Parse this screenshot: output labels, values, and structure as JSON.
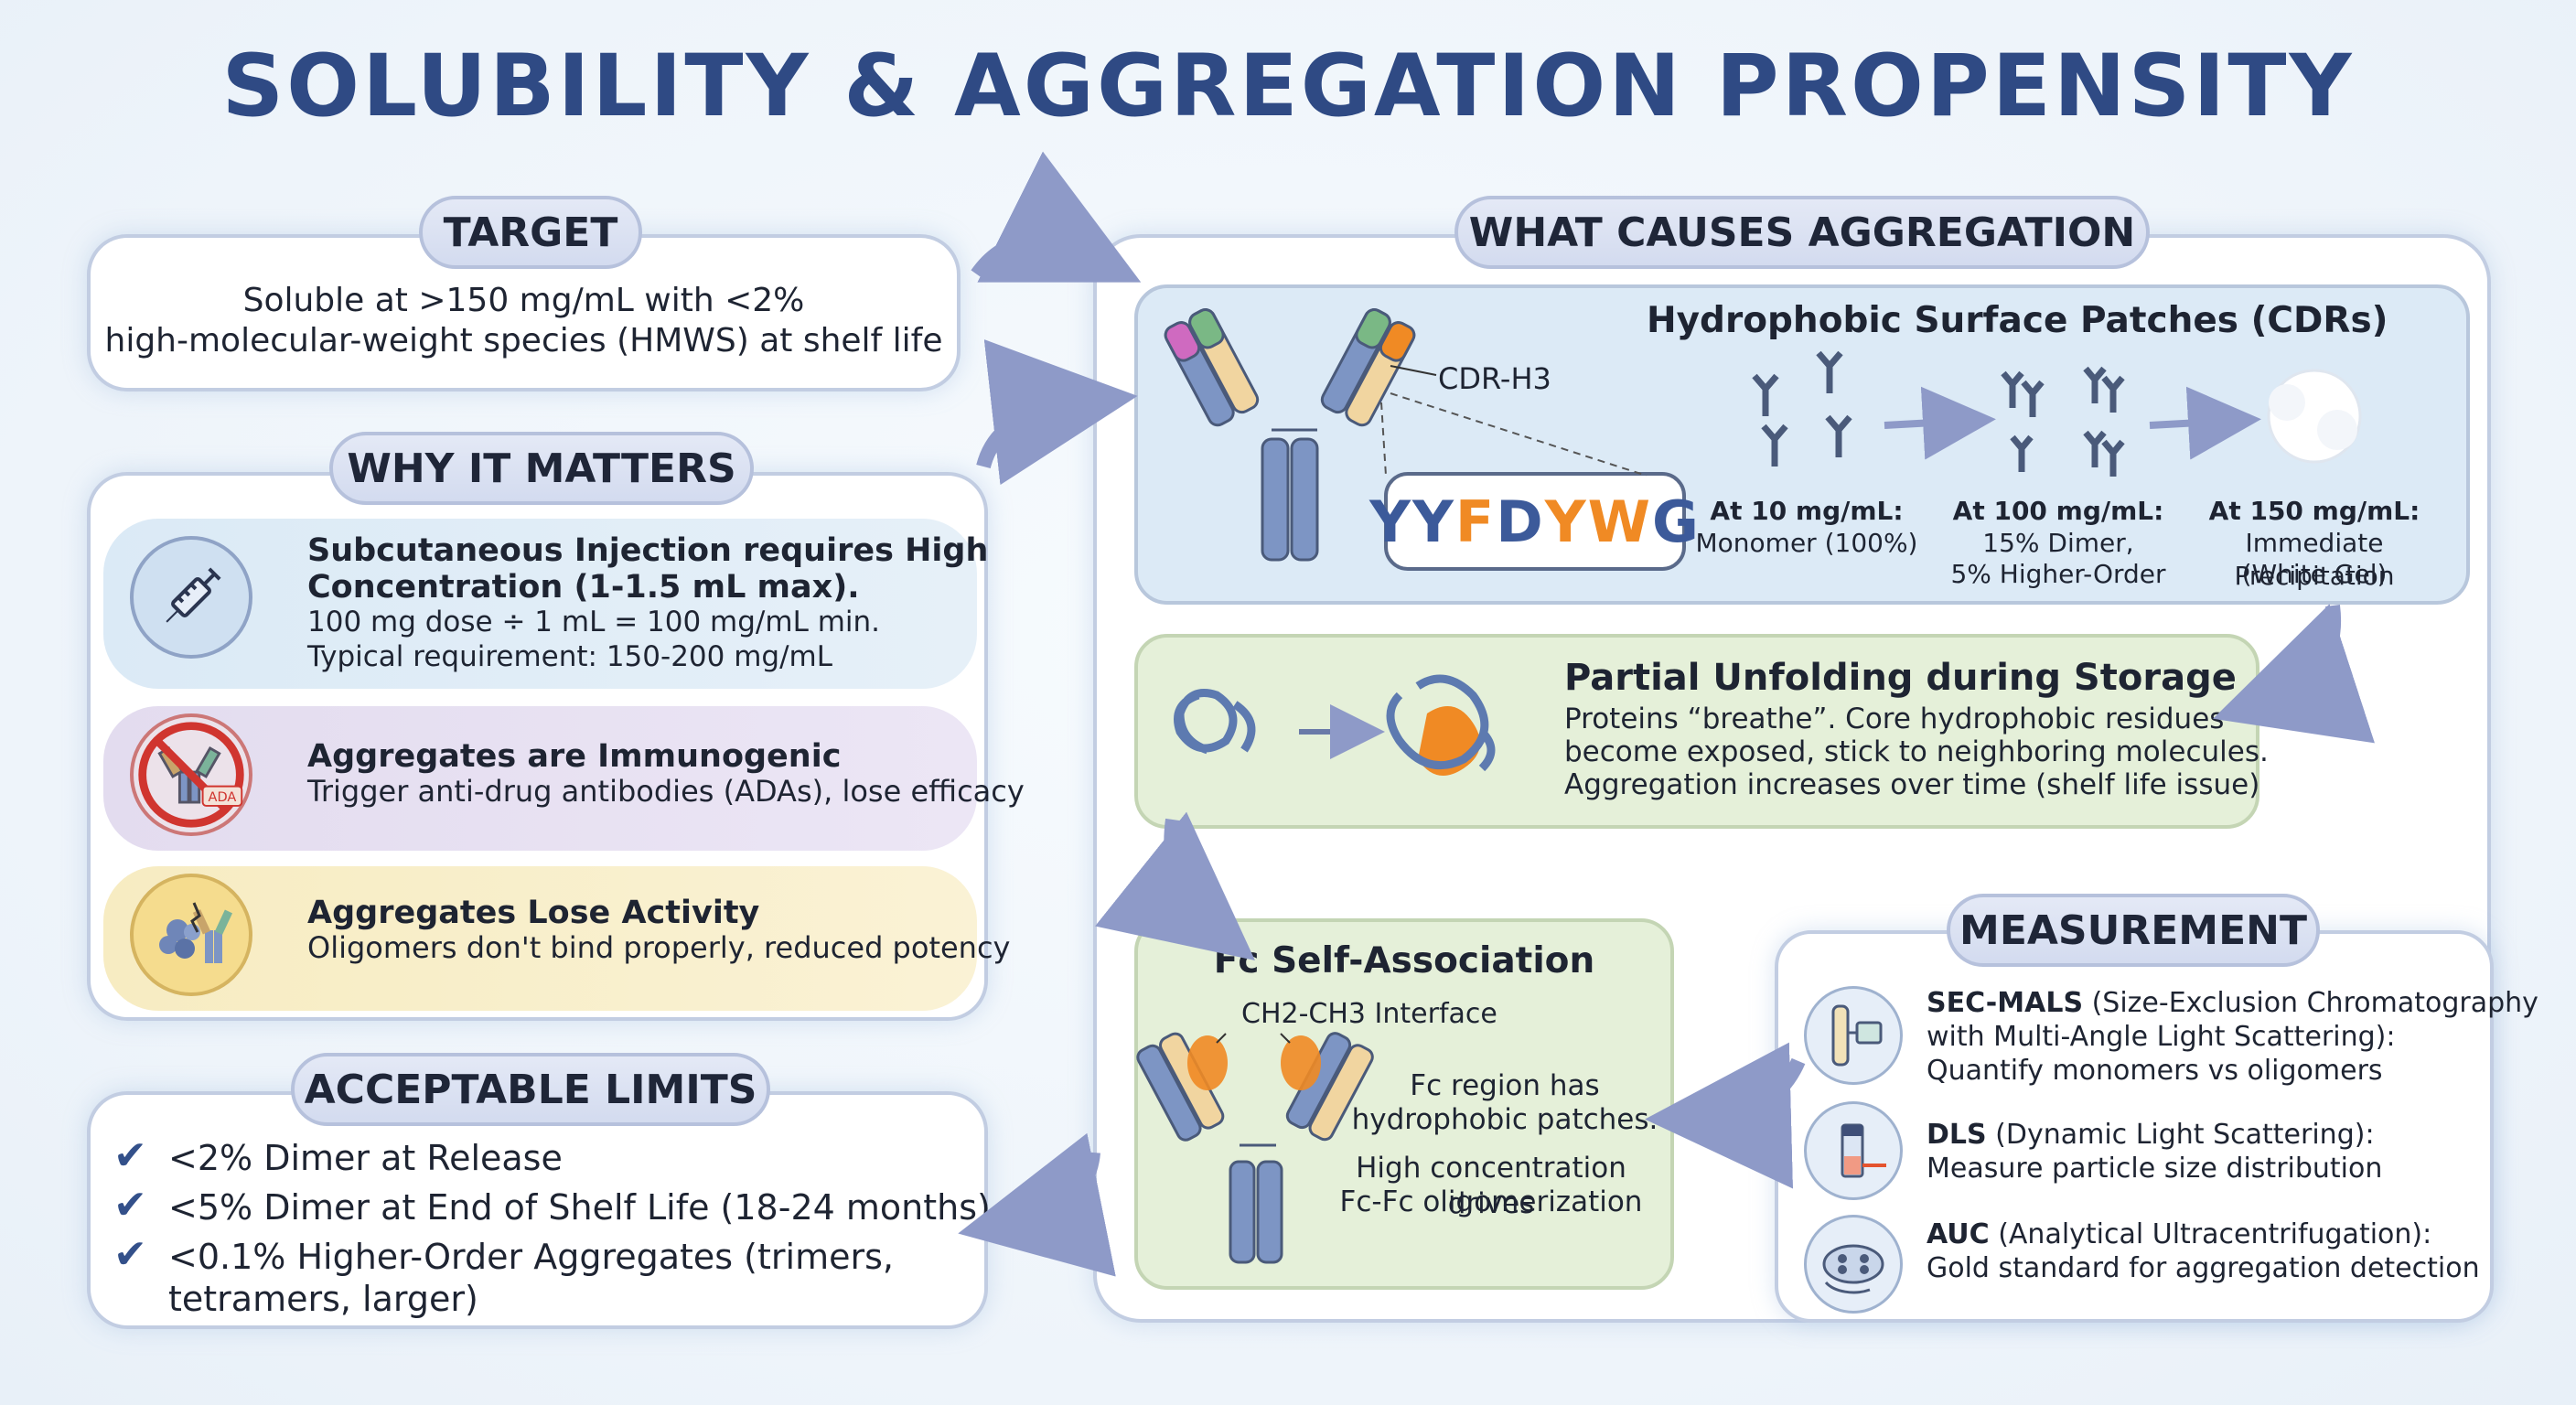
{
  "title": "SOLUBILITY & AGGREGATION PROPENSITY",
  "colors": {
    "title": "#2f4a84",
    "pill_fill": "#d3dbef",
    "blue_panel": "#dceaf6",
    "green_panel": "#e5f0d9",
    "orange_accent": "#f08a24",
    "arrow": "#8e9ac8"
  },
  "target": {
    "heading": "TARGET",
    "line1": "Soluble at >150 mg/mL with <2%",
    "line2": "high-molecular-weight species (HMWS) at shelf life"
  },
  "why": {
    "heading": "WHY IT MATTERS",
    "items": [
      {
        "icon": "syringe-icon",
        "title1": "Subcutaneous Injection requires High",
        "title2": "Concentration (1-1.5 mL max).",
        "detail1": "100 mg dose ÷ 1 mL = 100 mg/mL min.",
        "detail2": "Typical requirement: 150-200 mg/mL"
      },
      {
        "icon": "no-antibody-ada-icon",
        "badge": "ADA",
        "title": "Aggregates are Immunogenic",
        "detail": "Trigger anti-drug antibodies (ADAs), lose efficacy"
      },
      {
        "icon": "broken-aggregate-icon",
        "title": "Aggregates Lose Activity",
        "detail": "Oligomers don't bind properly, reduced potency"
      }
    ]
  },
  "limits": {
    "heading": "ACCEPTABLE LIMITS",
    "items": [
      "<2% Dimer at Release",
      "<5% Dimer at End of Shelf Life (18-24 months)",
      "<0.1% Higher-Order Aggregates (trimers,"
    ],
    "item3_cont": "tetramers, larger)"
  },
  "causes": {
    "heading": "WHAT CAUSES AGGREGATION",
    "hydrophobic": {
      "title": "Hydrophobic Surface Patches (CDRs)",
      "cdr_label": "CDR-H3",
      "sequence": [
        {
          "ch": "Y",
          "color": "#3c5a9a"
        },
        {
          "ch": "Y",
          "color": "#3c5a9a"
        },
        {
          "ch": "F",
          "color": "#f08a24"
        },
        {
          "ch": "D",
          "color": "#3c5a9a"
        },
        {
          "ch": "Y",
          "color": "#f08a24"
        },
        {
          "ch": "W",
          "color": "#f08a24"
        },
        {
          "ch": "G",
          "color": "#3c5a9a"
        }
      ],
      "stages": [
        {
          "head": "At 10 mg/mL:",
          "l1": "Monomer (100%)",
          "l2": ""
        },
        {
          "head": "At 100 mg/mL:",
          "l1": "15% Dimer,",
          "l2": "5% Higher-Order"
        },
        {
          "head": "At 150 mg/mL:",
          "l1": "Immediate Precipitation",
          "l2": "(White Gel)"
        }
      ]
    },
    "unfolding": {
      "title": "Partial Unfolding during Storage",
      "l1": "Proteins “breathe”. Core hydrophobic residues",
      "l2": "become exposed, stick to neighboring molecules.",
      "l3": "Aggregation increases over time (shelf life issue)"
    },
    "fc": {
      "title": "Fc Self-Association",
      "interface": "CH2-CH3 Interface",
      "l1": "Fc region has",
      "l2": "hydrophobic patches.",
      "l3": "High concentration drives",
      "l4": "Fc-Fc oligomerization"
    }
  },
  "measurement": {
    "heading": "MEASUREMENT",
    "items": [
      {
        "icon": "sec-column-icon",
        "abbr": "SEC-MALS",
        "l1": " (Size-Exclusion Chromatography",
        "l2": "with Multi-Angle Light Scattering):",
        "l3": "Quantify monomers vs oligomers"
      },
      {
        "icon": "cuvette-laser-icon",
        "abbr": "DLS",
        "l1": " (Dynamic Light Scattering):",
        "l2": "Measure particle size distribution"
      },
      {
        "icon": "centrifuge-rotor-icon",
        "abbr": "AUC",
        "l1": " (Analytical Ultracentrifugation):",
        "l2": "Gold standard for aggregation detection"
      }
    ]
  }
}
